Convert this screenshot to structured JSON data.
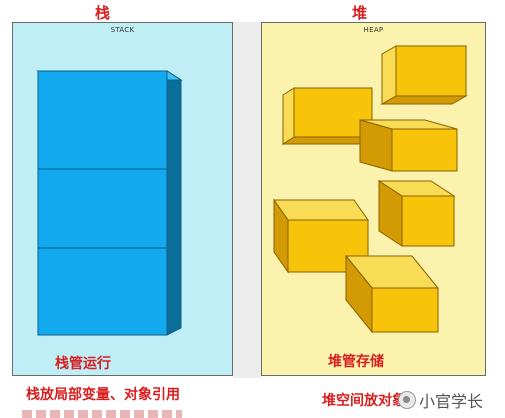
{
  "stack": {
    "title": "栈",
    "label": "STACK",
    "caption": "栈管运行",
    "note": "栈放局部变量、对象引用",
    "colors": {
      "front": "#12a9ef",
      "top": "#3dc3f7",
      "side": "#0a6f9a",
      "edge": "#0b5f86"
    },
    "blocks": 3
  },
  "heap": {
    "title": "堆",
    "label": "HEAP",
    "caption": "堆管存储",
    "note": "堆空间放对象",
    "colors": {
      "front": "#f7c40a",
      "top": "#f9dc55",
      "side": "#d29a03",
      "edge": "#8a6000"
    }
  },
  "watermark": {
    "text": "小官学长",
    "icon": "wechat-logo-icon"
  }
}
